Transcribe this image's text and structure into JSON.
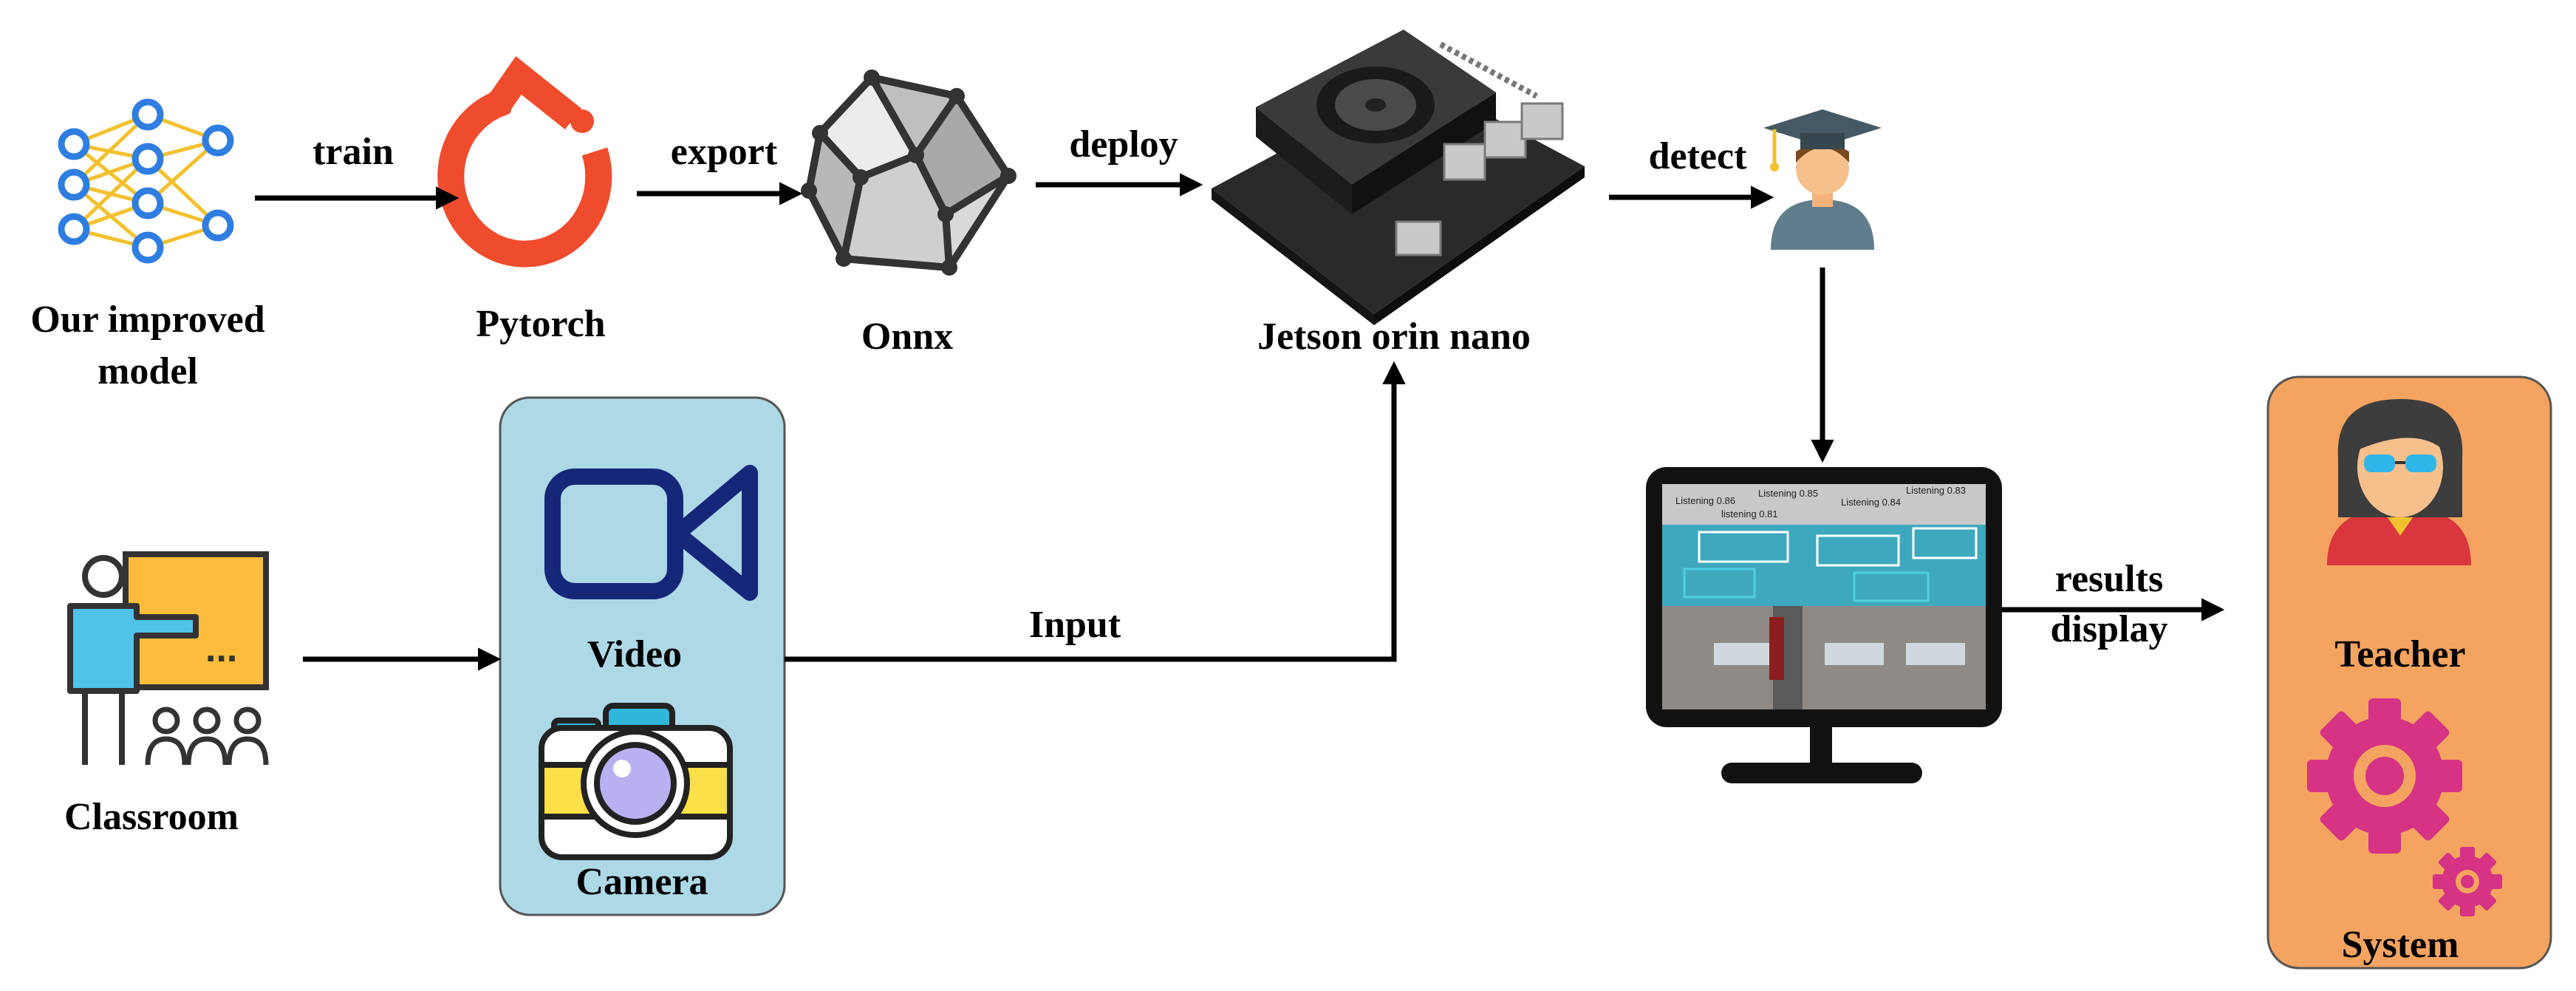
{
  "nodes": {
    "model": "Our improved\nmodel",
    "pytorch": "Pytorch",
    "onnx": "Onnx",
    "jetson": "Jetson orin nano",
    "classroom": "Classroom",
    "video": "Video",
    "camera": "Camera",
    "teacher": "Teacher",
    "system": "System"
  },
  "edges": {
    "train": "train",
    "export": "export",
    "deploy": "deploy",
    "detect": "detect",
    "input": "Input",
    "results_display": "results\ndisplay"
  },
  "screen_labels": [
    "Listening 0.86",
    "Listening 0.85",
    "Listening 0.84",
    "Listening 0.83",
    "listening 0.81"
  ],
  "colors": {
    "device_panel": "#add8e6",
    "output_panel": "#f4a460",
    "pytorch": "#ee4c2c",
    "network_nodes": "#2f7de1",
    "network_edges": "#f2c12e",
    "video_icon": "#16277a",
    "gear": "#d63384",
    "arrows": "#000000"
  }
}
